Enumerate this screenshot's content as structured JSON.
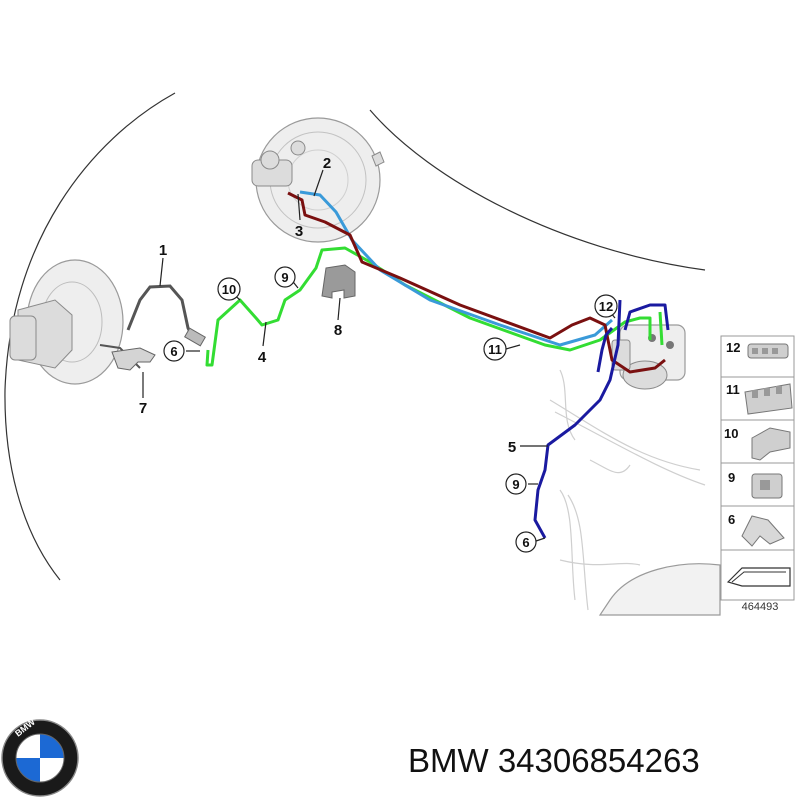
{
  "callouts": {
    "c1": "1",
    "c2": "2",
    "c3": "3",
    "c4": "4",
    "c5": "5",
    "c6a": "6",
    "c6b": "6",
    "c7": "7",
    "c8": "8",
    "c9a": "9",
    "c9b": "9",
    "c10": "10",
    "c11": "11",
    "c12": "12"
  },
  "legend": {
    "items": [
      "12",
      "11",
      "10",
      "9",
      "6"
    ],
    "diagram_number": "464493"
  },
  "brand": {
    "logo_text": "BMW",
    "caption": "BMW 34306854263"
  },
  "colors": {
    "line_green": "#33dd33",
    "line_blue": "#1a1aa0",
    "line_light_blue": "#3a9ad9",
    "line_dark_red": "#7a1010",
    "hose_gray": "#555555",
    "bmw_blue": "#1c69d4"
  }
}
